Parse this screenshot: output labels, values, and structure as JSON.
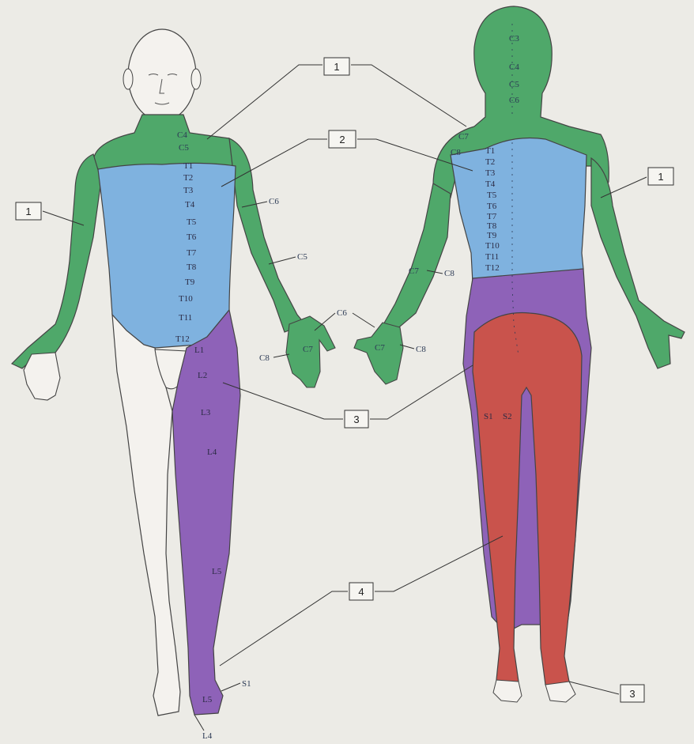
{
  "colors": {
    "zone1": "#4fa86a",
    "zone2": "#7fb2df",
    "zone3": "#8e62b8",
    "zone4": "#c9534c",
    "paper": "#ecebe6",
    "outline": "#444444"
  },
  "callouts": {
    "b1_top": "1",
    "b1_left": "1",
    "b1_right": "1",
    "b2": "2",
    "b3_mid": "3",
    "b3_bottom": "3",
    "b4": "4"
  },
  "front": {
    "neck": [
      "C4",
      "C5"
    ],
    "trunk": [
      "T1",
      "T2",
      "T3",
      "T4",
      "T5",
      "T6",
      "T7",
      "T8",
      "T9",
      "T10",
      "T11",
      "T12"
    ],
    "arm": [
      "C6",
      "C5"
    ],
    "hand": [
      "C6",
      "C7",
      "C8"
    ],
    "leg": [
      "L1",
      "L2",
      "L3",
      "L4",
      "L5"
    ],
    "foot": [
      "S1",
      "L5",
      "L4"
    ]
  },
  "back": {
    "neck": [
      "C3",
      "C4",
      "C5",
      "C6"
    ],
    "shoulder": [
      "C7",
      "C8"
    ],
    "trunk": [
      "T1",
      "T2",
      "T3",
      "T4",
      "T5",
      "T6",
      "T7",
      "T8",
      "T9",
      "T10",
      "T11",
      "T12"
    ],
    "arm": [
      "C7",
      "C8"
    ],
    "hand": [
      "C6",
      "C7",
      "C8"
    ],
    "sacral": [
      "S1",
      "S2"
    ]
  }
}
